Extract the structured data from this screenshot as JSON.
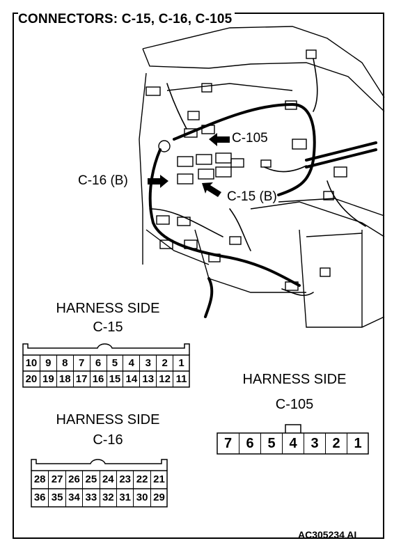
{
  "title": "CONNECTORS: C-15, C-16, C-105",
  "callouts": {
    "c105": "C-105",
    "c16": "C-16 (B)",
    "c15": "C-15 (B)"
  },
  "connectors": {
    "c15": {
      "heading": "HARNESS SIDE",
      "name": "C-15",
      "row1": [
        "10",
        "9",
        "8",
        "7",
        "6",
        "5",
        "4",
        "3",
        "2",
        "1"
      ],
      "row2": [
        "20",
        "19",
        "18",
        "17",
        "16",
        "15",
        "14",
        "13",
        "12",
        "11"
      ]
    },
    "c16": {
      "heading": "HARNESS SIDE",
      "name": "C-16",
      "row1": [
        "28",
        "27",
        "26",
        "25",
        "24",
        "23",
        "22",
        "21"
      ],
      "row2": [
        "36",
        "35",
        "34",
        "33",
        "32",
        "31",
        "30",
        "29"
      ]
    },
    "c105": {
      "heading": "HARNESS SIDE",
      "name": "C-105",
      "row1": [
        "7",
        "6",
        "5",
        "4",
        "3",
        "2",
        "1"
      ]
    }
  },
  "figure_id": "AC305234 AI"
}
